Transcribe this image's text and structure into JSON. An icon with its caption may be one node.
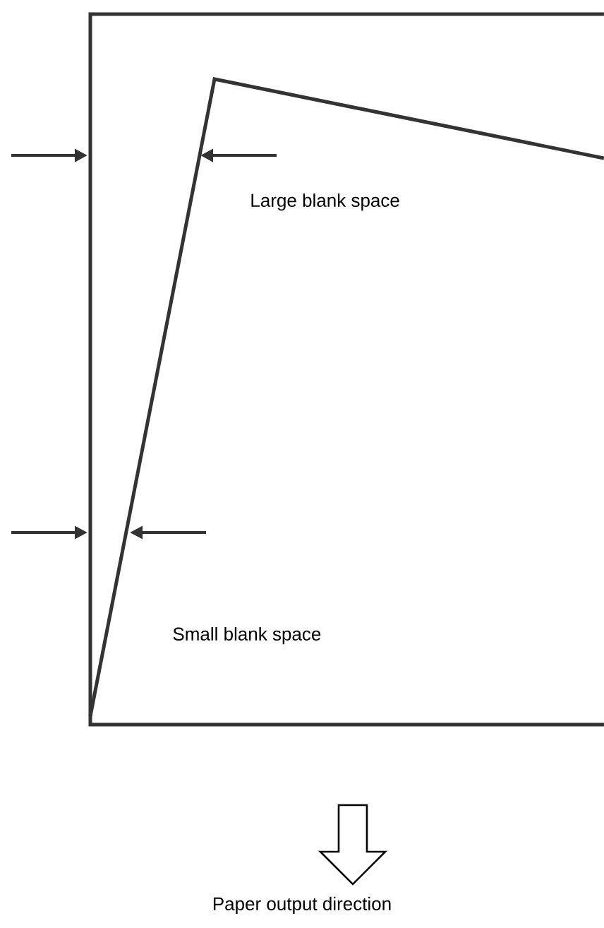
{
  "diagram": {
    "labels": [
      "Large blank space",
      "Small blank space",
      "Paper output direction"
    ]
  }
}
